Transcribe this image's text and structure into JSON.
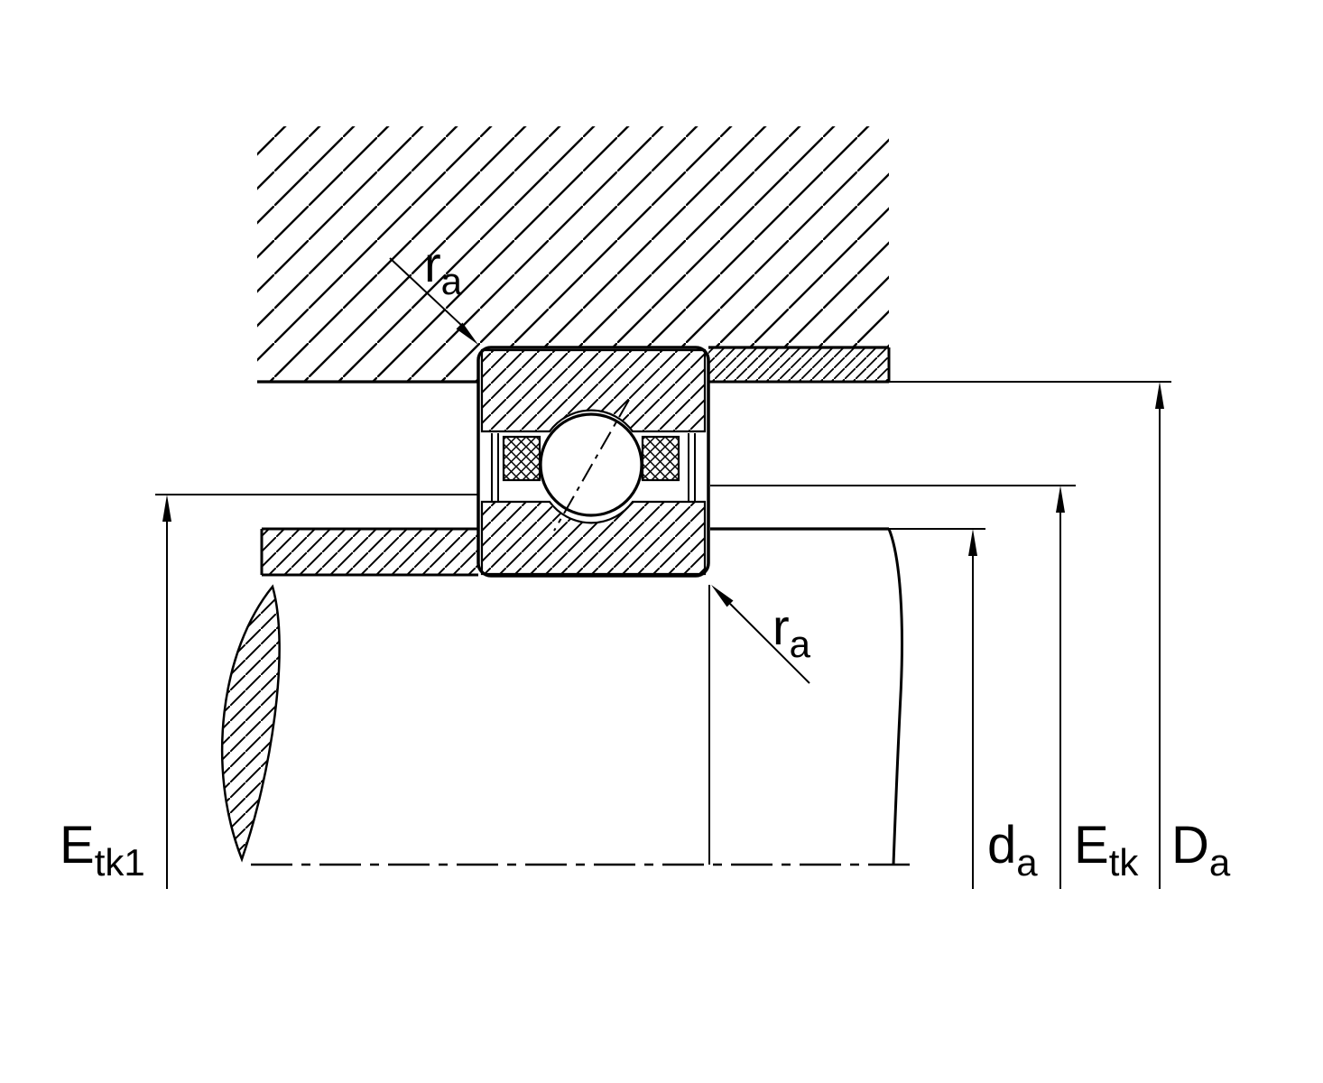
{
  "labels": {
    "ra_top": {
      "main": "r",
      "sub": "a"
    },
    "ra_bottom": {
      "main": "r",
      "sub": "a"
    },
    "etk1": {
      "main": "E",
      "sub": "tk1"
    },
    "da": {
      "main": "d",
      "sub": "a"
    },
    "etk": {
      "main": "E",
      "sub": "tk"
    },
    "Da": {
      "main": "D",
      "sub": "a"
    }
  },
  "colors": {
    "line": "#000000",
    "background": "#ffffff"
  }
}
